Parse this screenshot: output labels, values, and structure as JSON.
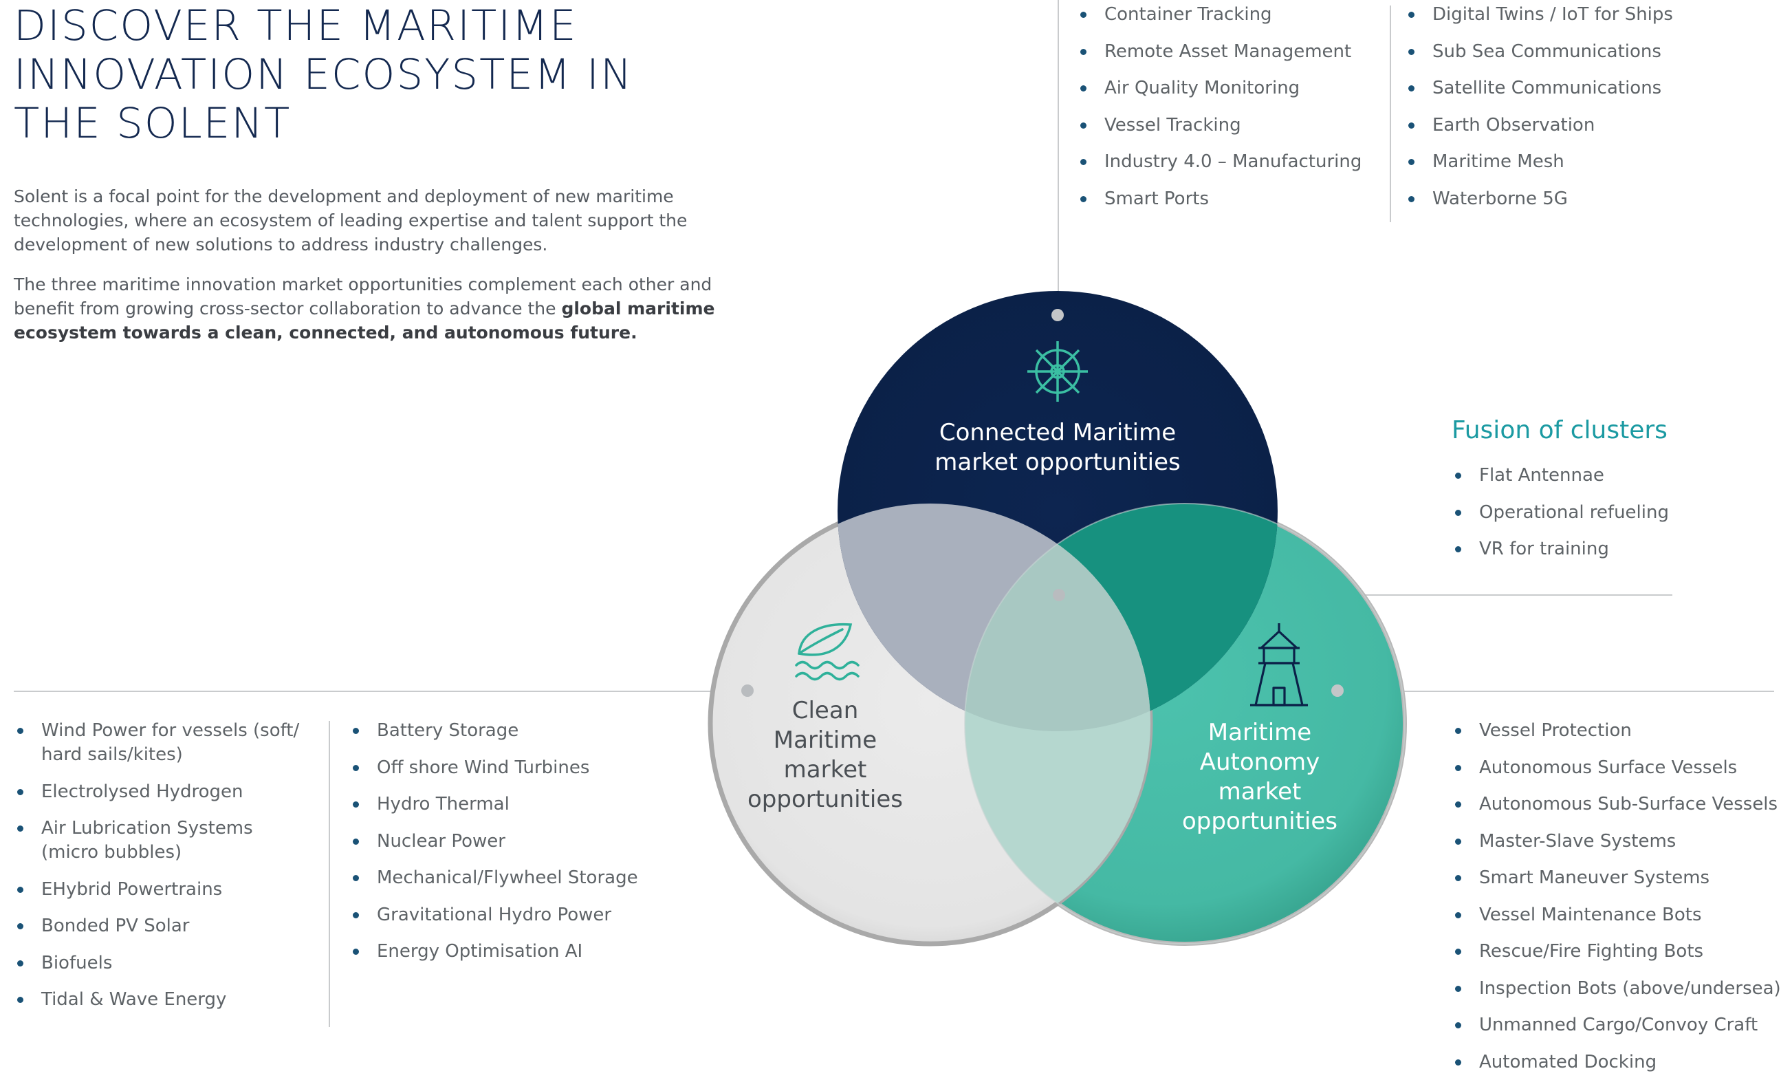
{
  "header": {
    "title": "DISCOVER THE MARITIME INNOVATION ECOSYSTEM IN THE SOLENT",
    "intro": "Solent is a focal point for the development and deployment of new maritime technologies, where an ecosystem of leading expertise and talent support the development of new solutions to address industry challenges.",
    "para2_text": "The three maritime innovation market opportunities complement each other and benefit from growing cross-sector collaboration to advance the ",
    "para2_bold": "global maritime ecosystem towards a clean, connected, and autonomous future."
  },
  "circles": {
    "connected": {
      "label_line1": "Connected Maritime",
      "label_line2": "market opportunities",
      "color": "#0b2148",
      "icon": "ship-wheel-icon"
    },
    "clean": {
      "label_line1": "Clean",
      "label_line2": "Maritime",
      "label_line3": "market",
      "label_line4": "opportunities",
      "color": "#e6e6e6",
      "icon": "leaf-waves-icon"
    },
    "autonomy": {
      "label_line1": "Maritime",
      "label_line2": "Autonomy",
      "label_line3": "market",
      "label_line4": "opportunities",
      "color": "#46bba6",
      "icon": "lighthouse-icon"
    }
  },
  "connected_list_1": [
    "Container Tracking",
    "Remote Asset Management",
    "Air Quality Monitoring",
    "Vessel Tracking",
    "Industry 4.0 – Manufacturing",
    "Smart Ports"
  ],
  "connected_list_2": [
    "Digital Twins / IoT for Ships",
    "Sub Sea Communications",
    "Satellite Communications",
    "Earth Observation",
    "Maritime Mesh",
    "Waterborne 5G"
  ],
  "fusion": {
    "title": "Fusion of clusters",
    "items": [
      "Flat Antennae",
      "Operational refueling",
      "VR for training"
    ]
  },
  "clean_list_1": [
    "Wind Power for vessels (soft/ hard sails/kites)",
    "Electrolysed Hydrogen",
    "Air Lubrication Systems (micro bubbles)",
    "EHybrid Powertrains",
    "Bonded PV Solar",
    "Biofuels",
    "Tidal & Wave Energy"
  ],
  "clean_list_2": [
    "Battery Storage",
    "Off shore Wind Turbines",
    "Hydro Thermal",
    "Nuclear Power",
    "Mechanical/Flywheel Storage",
    "Gravitational Hydro Power",
    "Energy Optimisation AI"
  ],
  "autonomy_list": [
    "Vessel Protection",
    "Autonomous Surface Vessels",
    "Autonomous Sub-Surface Vessels",
    "Master-Slave Systems",
    "Smart Maneuver Systems",
    "Vessel Maintenance Bots",
    "Rescue/Fire Fighting Bots",
    "Inspection Bots (above/undersea)",
    "Unmanned Cargo/Convoy Craft",
    "Automated Docking"
  ],
  "colors": {
    "navy": "#0b2148",
    "teal": "#46bba6",
    "grey": "#e6e6e6",
    "accent": "#1b9aa2",
    "bullet": "#1a5276"
  }
}
